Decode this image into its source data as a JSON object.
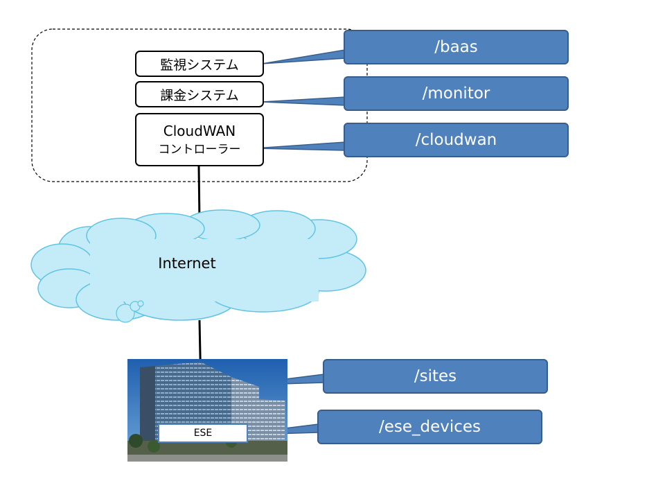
{
  "systems": {
    "monitoring_label": "監視システム",
    "billing_label": "課金システム",
    "controller_line1": "CloudWAN",
    "controller_line2": "コントローラー"
  },
  "network": {
    "internet_label": "Internet"
  },
  "site": {
    "device_label": "ESE"
  },
  "callouts": [
    {
      "label": "/baas"
    },
    {
      "label": "/monitor"
    },
    {
      "label": "/cloudwan"
    },
    {
      "label": "/sites"
    },
    {
      "label": "/ese_devices"
    }
  ],
  "colors": {
    "callout_fill": "#4f81bd",
    "callout_border": "#385d8a",
    "cloud_fill": "#c4ecf8",
    "cloud_border": "#5fc3e4"
  }
}
